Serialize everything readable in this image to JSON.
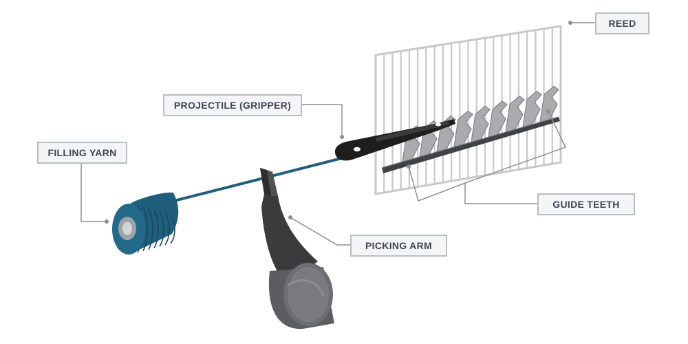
{
  "labels": {
    "reed": "REED",
    "projectile": "PROJECTILE (GRIPPER)",
    "filling_yarn": "FILLING YARN",
    "guide_teeth": "GUIDE TEETH",
    "picking_arm": "PICKING ARM"
  },
  "colors": {
    "yarn": "#1f5f7c",
    "reed": "#c8c8cc",
    "gripper": "#1e1e1e",
    "guide_teeth": "#a9abae",
    "picking_arm": "#3a3b3d",
    "leader": "#8a8f96",
    "callout_border": "#b9bec5",
    "callout_text": "#3d4651"
  }
}
